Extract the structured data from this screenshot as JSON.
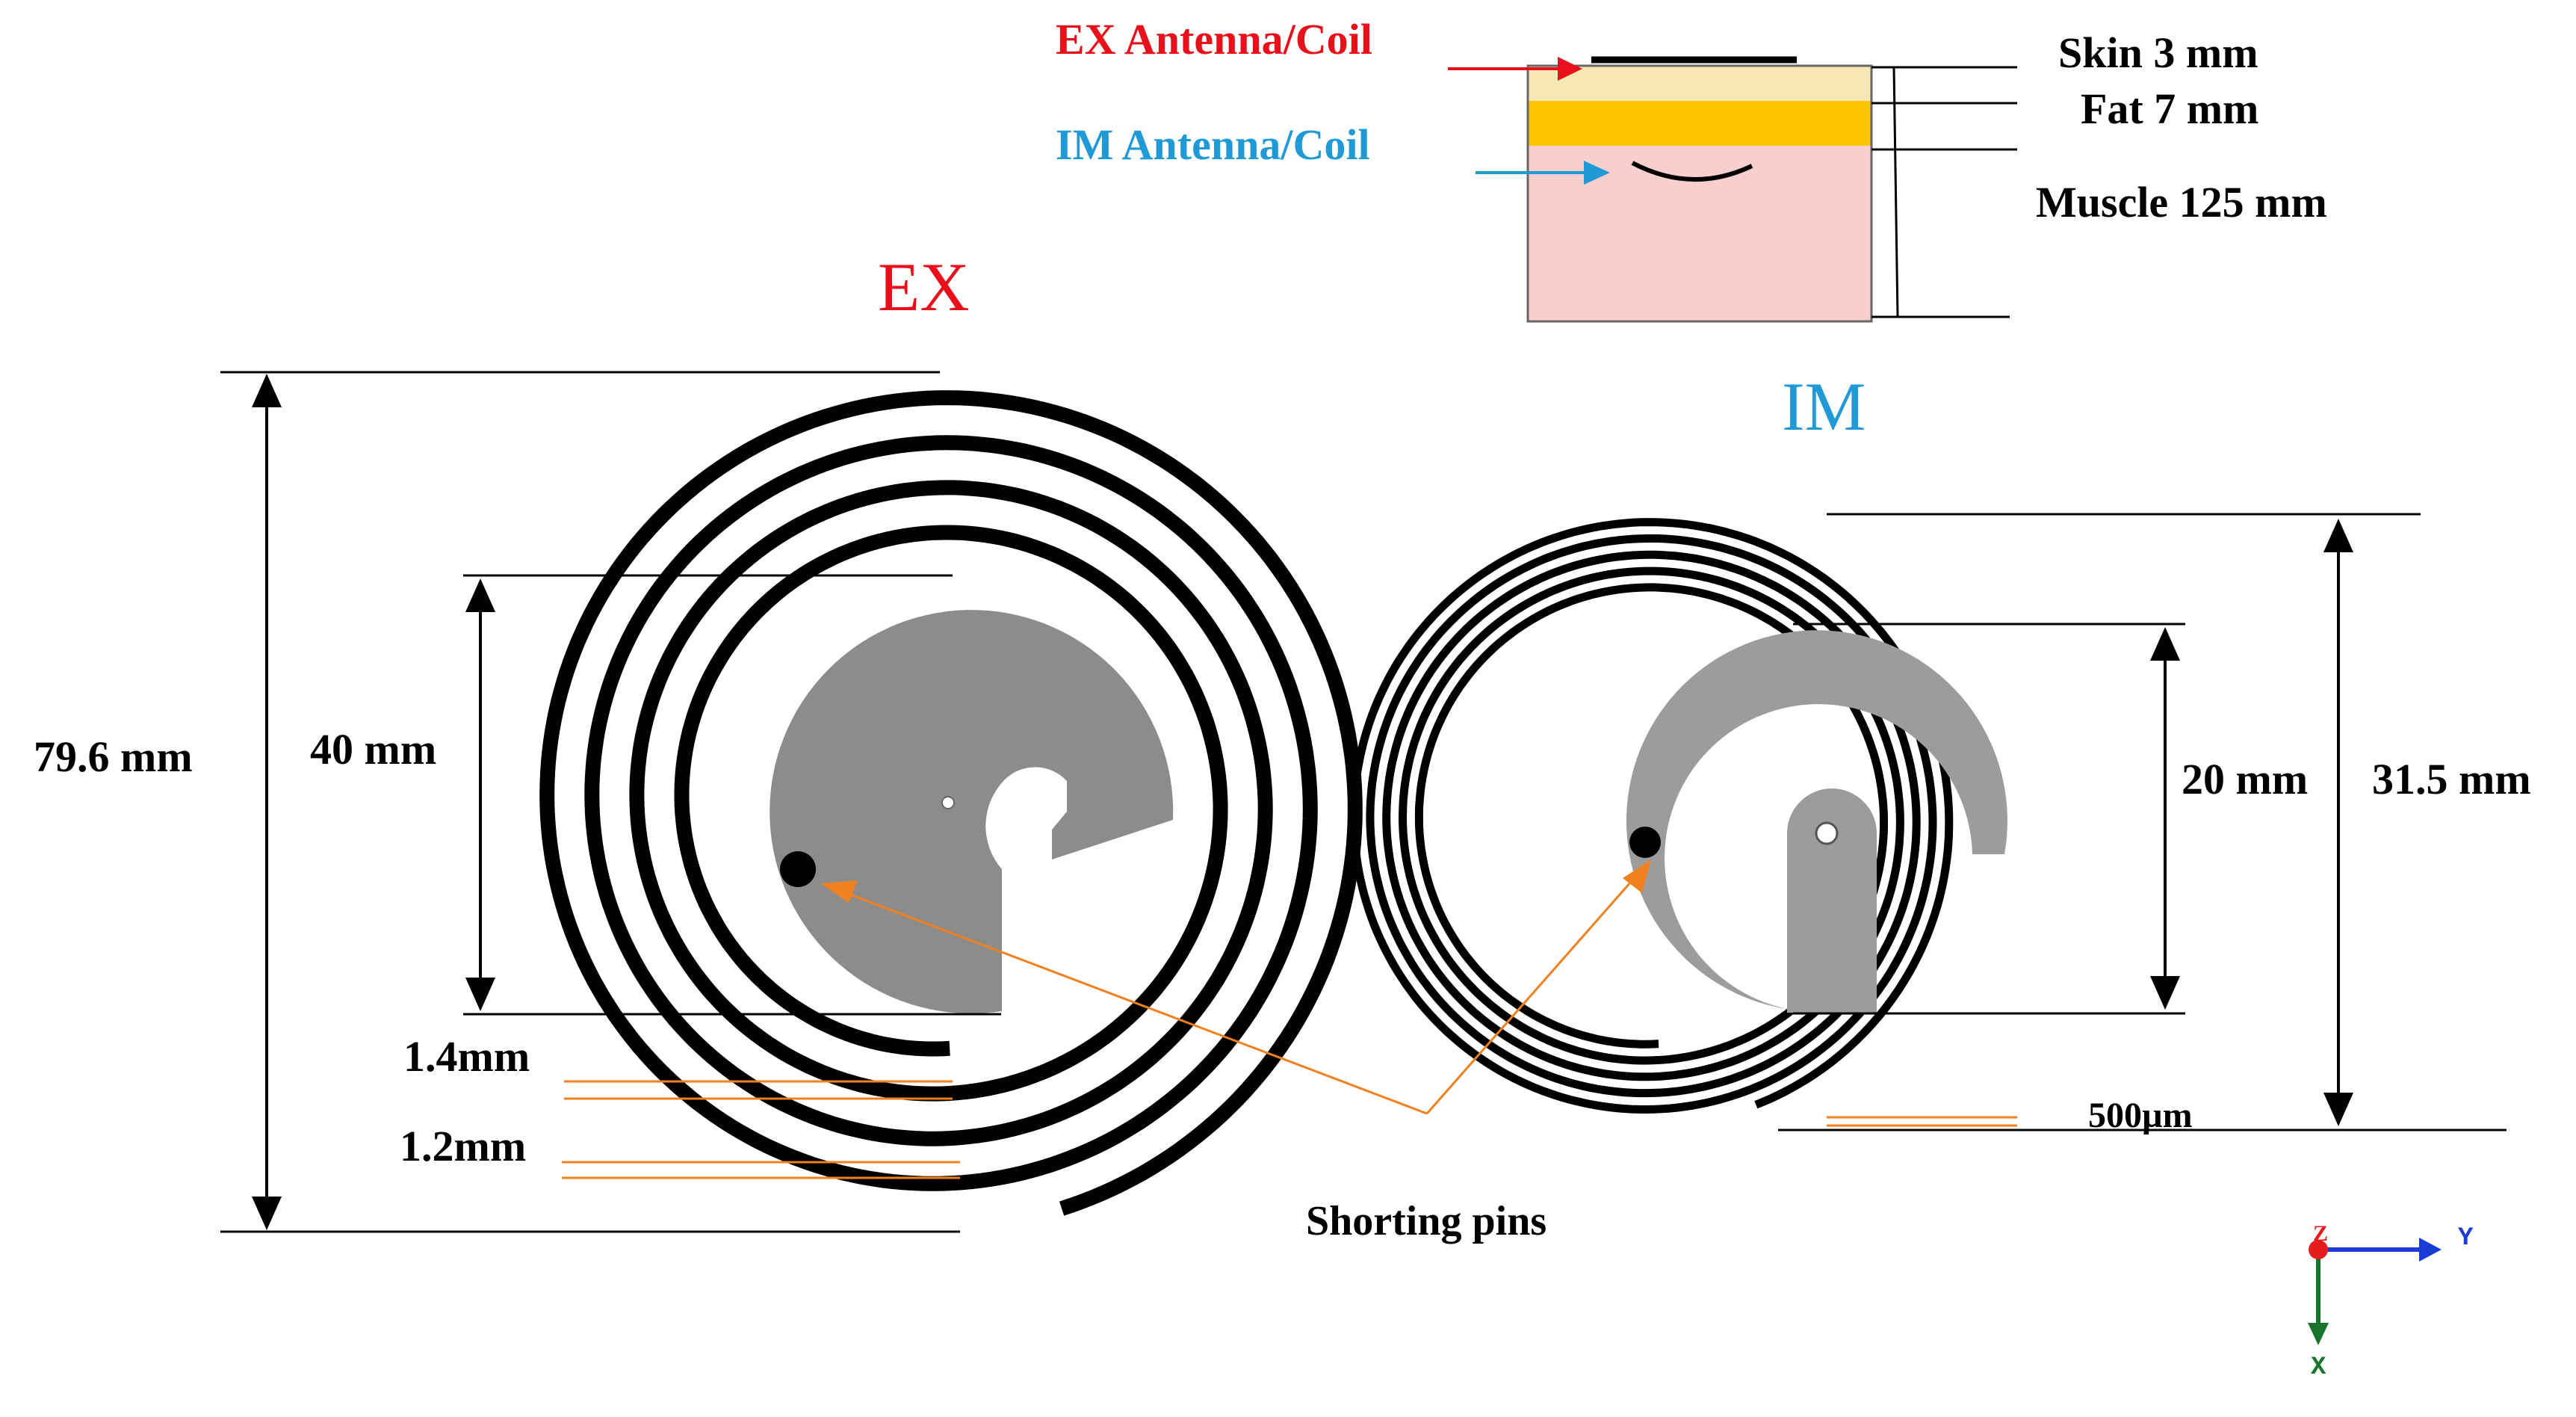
{
  "legend": {
    "ex_antenna": "EX Antenna/Coil",
    "im_antenna": "IM Antenna/Coil",
    "skin": "Skin 3 mm",
    "fat": "Fat 7 mm",
    "muscle": "Muscle 125 mm"
  },
  "titles": {
    "ex": "EX",
    "im": "IM"
  },
  "dimensions": {
    "ex_outer": "79.6 mm",
    "ex_inner": "40 mm",
    "ex_gap": "1.4mm",
    "ex_width": "1.2mm",
    "im_inner": "20 mm",
    "im_outer": "31.5 mm",
    "im_width": "500µm"
  },
  "annotation": "Shorting pins",
  "axes": {
    "z": "Z",
    "y": "Y",
    "x": "X"
  },
  "colors": {
    "ex_label": "#e8101a",
    "im_label": "#1f9ad6",
    "skin": "#f7e7b4",
    "fat": "#ffc400",
    "muscle": "#f9cfcd",
    "patch": "#8c8c8c",
    "coil": "#000000",
    "pin_leader": "#f08020"
  }
}
